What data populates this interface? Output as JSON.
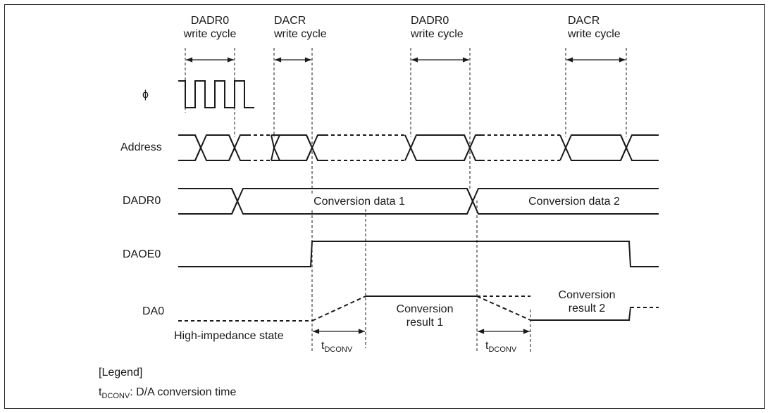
{
  "header_labels": [
    {
      "line1": "DADR0",
      "line2": "write cycle"
    },
    {
      "line1": "DACR",
      "line2": "write cycle"
    },
    {
      "line1": "DADR0",
      "line2": "write cycle"
    },
    {
      "line1": "DACR",
      "line2": "write cycle"
    }
  ],
  "signals": {
    "phi": "ϕ",
    "address": "Address",
    "dadr0": "DADR0",
    "daoe0": "DAOE0",
    "da0": "DA0"
  },
  "bus_values": {
    "conversion_data_1": "Conversion data 1",
    "conversion_data_2": "Conversion data 2"
  },
  "analog_labels": {
    "high_impedance": "High-impedance state",
    "result_1_line1": "Conversion",
    "result_1_line2": "result 1",
    "result_2_line1": "Conversion",
    "result_2_line2": "result 2"
  },
  "timing": {
    "t_main": "t",
    "t_sub": "DCONV"
  },
  "legend": {
    "title": "[Legend]",
    "t_main": "t",
    "t_sub": "DCONV",
    "description": ":  D/A conversion time"
  }
}
